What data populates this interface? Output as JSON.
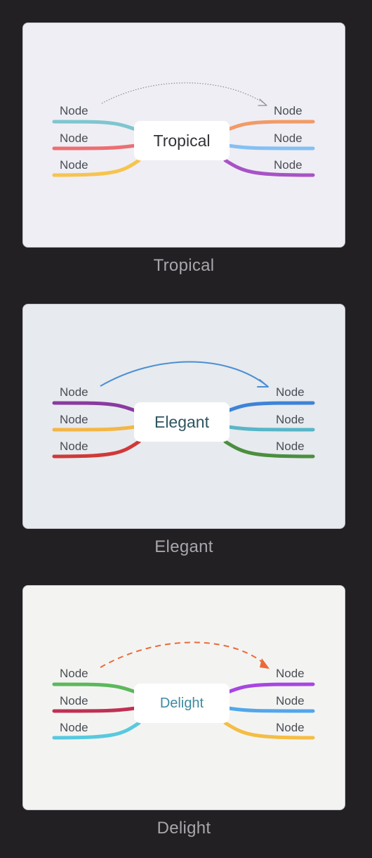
{
  "themes": [
    {
      "name": "Tropical",
      "center_label": "Tropical",
      "background": "#efeef5",
      "center_text_color": "#333338",
      "left_nodes": [
        "Node",
        "Node",
        "Node"
      ],
      "right_nodes": [
        "Node",
        "Node",
        "Node"
      ],
      "left_branch_colors": [
        "#7fc6cf",
        "#ec6f72",
        "#f6c44f"
      ],
      "right_branch_colors": [
        "#f29b66",
        "#84c0f3",
        "#a753c5"
      ],
      "relationship": {
        "color": "#8d8d92",
        "style": "dotted"
      }
    },
    {
      "name": "Elegant",
      "center_label": "Elegant",
      "background": "#e7eaee",
      "center_text_color": "#2f5560",
      "left_nodes": [
        "Node",
        "Node",
        "Node"
      ],
      "right_nodes": [
        "Node",
        "Node",
        "Node"
      ],
      "left_branch_colors": [
        "#8a3aa0",
        "#f3b746",
        "#cf3939"
      ],
      "right_branch_colors": [
        "#3d83d8",
        "#57b6c8",
        "#4b8e3f"
      ],
      "relationship": {
        "color": "#4b8fd3",
        "style": "solid"
      }
    },
    {
      "name": "Delight",
      "center_label": "Delight",
      "background": "#f3f4f2",
      "center_text_color": "#3e8aa0",
      "left_nodes": [
        "Node",
        "Node",
        "Node"
      ],
      "right_nodes": [
        "Node",
        "Node",
        "Node"
      ],
      "left_branch_colors": [
        "#5cb85c",
        "#c03052",
        "#58c9df"
      ],
      "right_branch_colors": [
        "#a845e2",
        "#52a6ec",
        "#f5bd45"
      ],
      "relationship": {
        "color": "#ec6a3a",
        "style": "dashed"
      }
    }
  ]
}
